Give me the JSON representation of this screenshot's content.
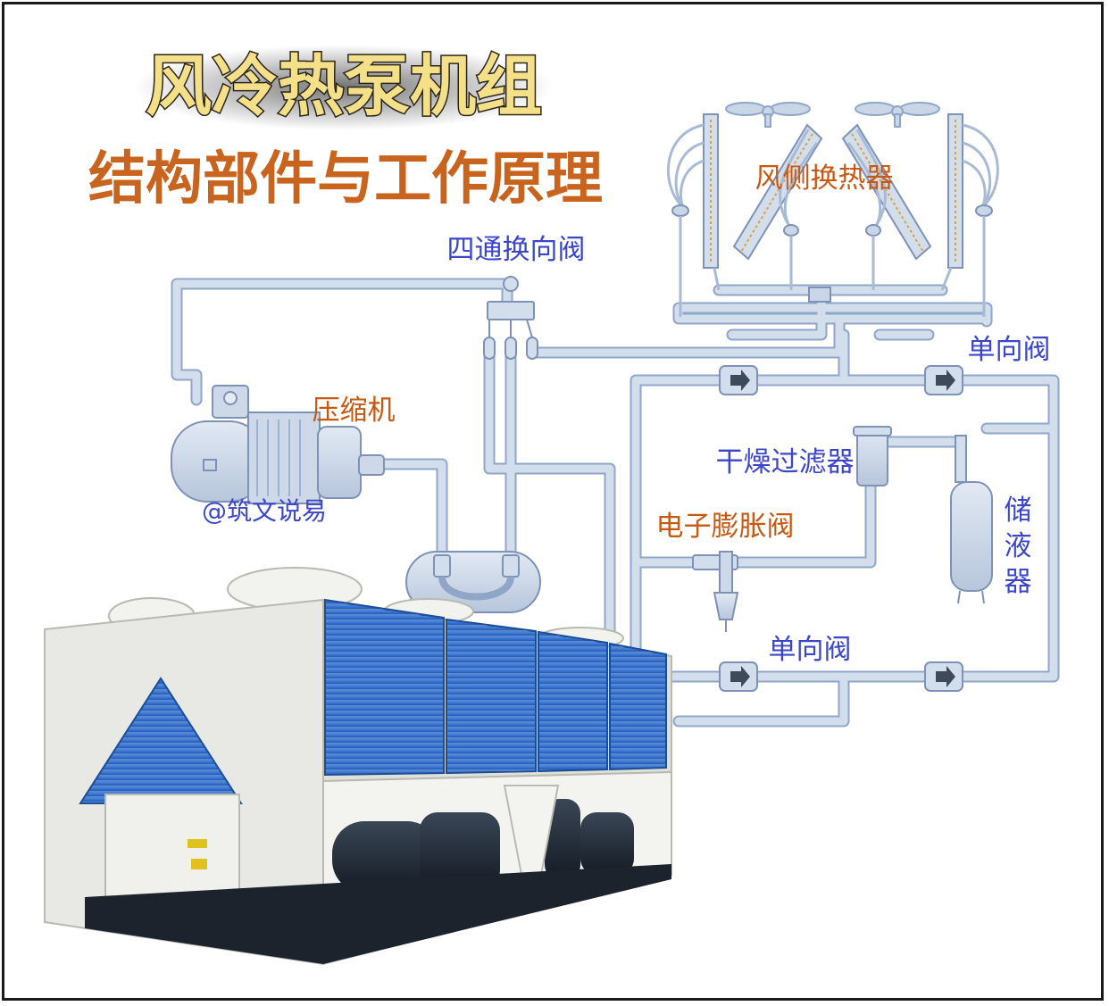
{
  "title": {
    "main": "风冷热泵机组",
    "sub": "结构部件与工作原理"
  },
  "labels": {
    "four_way_valve": "四通换向阀",
    "air_side_exchanger": "风侧换热器",
    "check_valve_top": "单向阀",
    "check_valve_bottom": "单向阀",
    "compressor": "压缩机",
    "dryer_filter": "干燥过滤器",
    "expansion_valve": "电子膨胀阀",
    "receiver": [
      "储",
      "液",
      "器"
    ],
    "watermark": "@筑文说易"
  },
  "colors": {
    "pipe": "#c9d6e8",
    "pipe_edge": "#8fa6c8",
    "label_blue": "#3c46c8",
    "label_orange": "#c65a14",
    "title_yellow": "#f5e08a",
    "title_orange": "#c8641e",
    "fin_blue": "#2f6fd0",
    "chassis": "#e6e7e2"
  }
}
